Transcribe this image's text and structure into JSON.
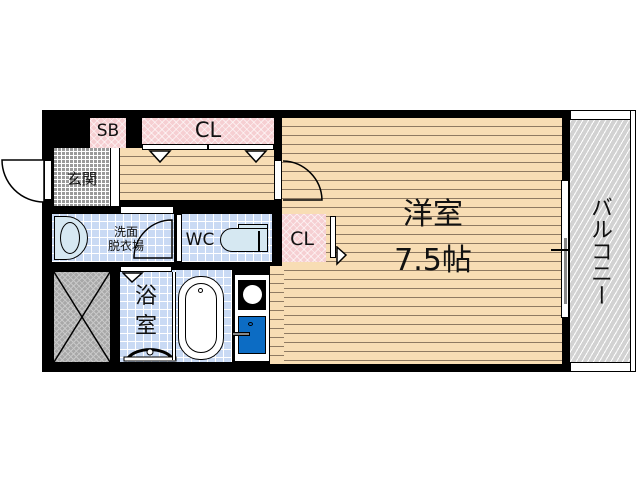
{
  "floor_plan": {
    "type": "1K apartment layout",
    "rooms": {
      "western_room": {
        "name": "洋室",
        "size": "7.5帖"
      },
      "entrance": {
        "name": "玄関"
      },
      "washroom": {
        "name_line1": "洗面",
        "name_line2": "脱衣場"
      },
      "bathroom": {
        "name_line1": "浴",
        "name_line2": "室"
      },
      "toilet": {
        "name": "WC"
      },
      "closet_top": {
        "name": "CL"
      },
      "closet_mid": {
        "name": "CL"
      },
      "shoe_box": {
        "name": "SB"
      },
      "balcony": {
        "name": "バルコニー"
      }
    },
    "colors": {
      "wall": "#000000",
      "wood_floor": "#f8ddb4",
      "tile_blue": "#c9daf4",
      "closet_pink": "#f6cfd2",
      "balcony_grey": "#d2d2d2",
      "stove_blue": "#0c6cc4"
    }
  }
}
